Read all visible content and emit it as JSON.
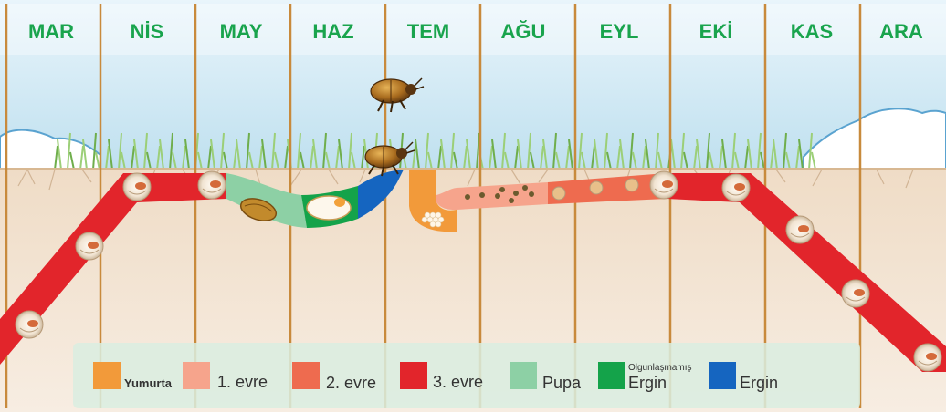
{
  "months": [
    "MAR",
    "NİS",
    "MAY",
    "HAZ",
    "TEM",
    "AĞU",
    "EYL",
    "EKİ",
    "KAS",
    "ARA"
  ],
  "legend": [
    {
      "label": "Yumurta",
      "sublabel": "",
      "color": "#f29a3a"
    },
    {
      "label": "1. evre",
      "sublabel": "",
      "color": "#f6a48c"
    },
    {
      "label": "2. evre",
      "sublabel": "",
      "color": "#ee6b4f"
    },
    {
      "label": "3. evre",
      "sublabel": "",
      "color": "#e2252b"
    },
    {
      "label": "Pupa",
      "sublabel": "",
      "color": "#8dd0a5"
    },
    {
      "label": "Ergin",
      "sublabel": "Olgunlaşmamış",
      "color": "#14a34a"
    },
    {
      "label": "Ergin",
      "sublabel": "",
      "color": "#1565c0"
    }
  ],
  "colors": {
    "sky_top": "#e6f3fa",
    "sky_bottom": "#bfe0ef",
    "soil": "#f3e4d4",
    "month_text": "#19a44d",
    "divider": "#c88a3c",
    "grass": "#8cc567"
  },
  "icons": [
    "beetle-icon",
    "larva-icon",
    "egg-cluster-icon",
    "pupa-icon",
    "cloud-icon"
  ]
}
